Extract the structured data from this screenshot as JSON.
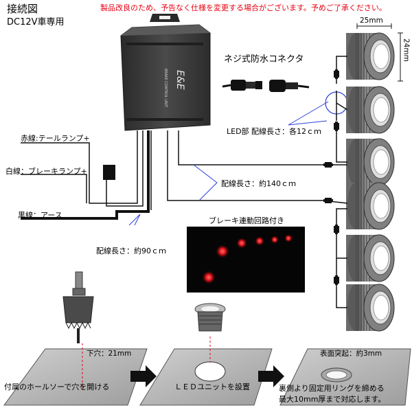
{
  "header": {
    "title": "接続図",
    "subtitle": "DC12V車専用",
    "notice": "製品改良のため、予告なく仕様を変更する場合がございます。予めご了承ください。"
  },
  "controller": {
    "logo": "E&E",
    "brand_text": "BRAKE CONTROL UNIT"
  },
  "connector": {
    "label": "ネジ式防水コネクタ"
  },
  "dimensions": {
    "width": "25mm",
    "height": "24mm"
  },
  "wires": {
    "red": "赤線:テールランプ+",
    "white": "白線：ブレーキランプ+",
    "black": "黒線：アース"
  },
  "lengths": {
    "led_part": "LED部 配線長さ：各12ｃｍ",
    "main": "配線長さ：約140ｃｍ",
    "power": "配線長さ：約90ｃｍ"
  },
  "brake_panel": {
    "label": "ブレーキ連動回路付き"
  },
  "steps": {
    "hole_size": "下穴：21mm",
    "step1": "付属のホールソーで穴を開ける",
    "step2": "ＬＥＤユニットを設置",
    "protrusion": "表面突起：約3mm",
    "step3_line1": "裏側より固定用リングを締める",
    "step3_line2": "最大10mm厚まで対応します。"
  },
  "colors": {
    "accent_red": "#e60012",
    "wire_blue": "#2b3fd8",
    "body_dark": "#3a3a3a"
  }
}
